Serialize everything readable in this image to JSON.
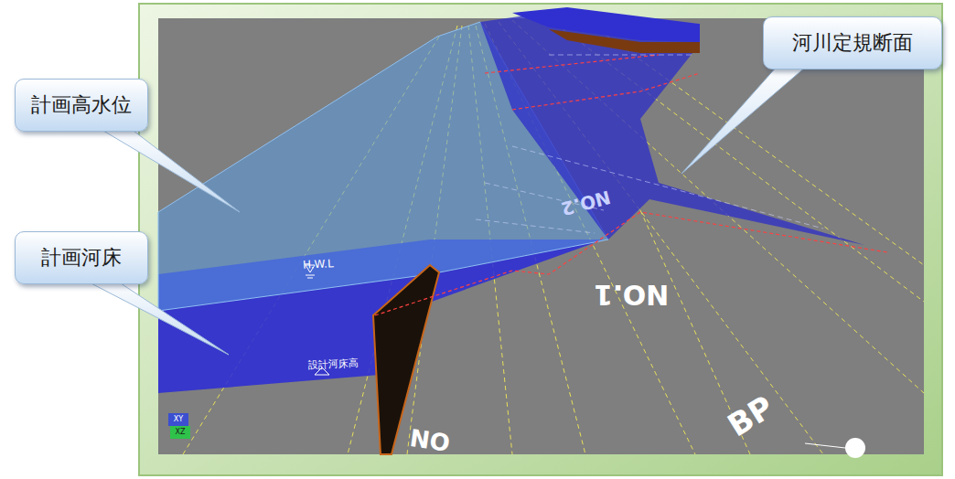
{
  "diagram": {
    "nodes": [
      {
        "text": [
          "河川定規断面"
        ]
      },
      {
        "text": [
          "計画高水位"
        ]
      },
      {
        "text": [
          "計画河床"
        ]
      }
    ],
    "labels": [
      "H.W.L",
      "設計河床高",
      "NO.1",
      "NO.2",
      "BP",
      "NO",
      "XY",
      "XZ"
    ]
  }
}
